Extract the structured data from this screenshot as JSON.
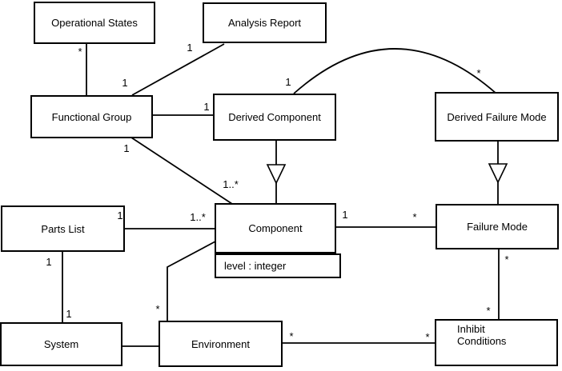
{
  "diagram": {
    "kind": "UML class diagram",
    "background": "#ffffff",
    "line_color": "#000000",
    "text_color": "#000000"
  },
  "classes": {
    "operational_states": {
      "name": "Operational States"
    },
    "analysis_report": {
      "name": "Analysis Report"
    },
    "functional_group": {
      "name": "Functional Group"
    },
    "derived_component": {
      "name": "Derived Component"
    },
    "derived_failure_mode": {
      "name": "Derived Failure Mode"
    },
    "parts_list": {
      "name": "Parts List"
    },
    "component": {
      "name": "Component",
      "attribute": "level : integer"
    },
    "failure_mode": {
      "name": "Failure Mode"
    },
    "system": {
      "name": "System"
    },
    "environment": {
      "name": "Environment"
    },
    "inhibit_conditions": {
      "name_line1": "Inhibit",
      "name_line2": "Conditions"
    }
  },
  "relationships": [
    {
      "type": "association",
      "from": "Operational States",
      "to": "Functional Group",
      "labels": [
        {
          "end": "Operational States",
          "text": "*"
        }
      ]
    },
    {
      "type": "association",
      "from": "Analysis Report",
      "to": "Functional Group",
      "labels": [
        {
          "end": "Analysis Report",
          "text": "1"
        },
        {
          "end": "Functional Group",
          "text": "1"
        }
      ]
    },
    {
      "type": "association",
      "from": "Functional Group",
      "to": "Derived Component",
      "labels": [
        {
          "end": "Derived Component",
          "text": "1"
        }
      ]
    },
    {
      "type": "association",
      "from": "Derived Component",
      "to": "Derived Failure Mode",
      "labels": [
        {
          "end": "Derived Component",
          "text": "1"
        },
        {
          "end": "Derived Failure Mode",
          "text": "*"
        }
      ]
    },
    {
      "type": "association",
      "from": "Functional Group",
      "to": "Component",
      "labels": [
        {
          "end": "Functional Group",
          "text": "1"
        },
        {
          "end": "Component",
          "text": "1..*"
        }
      ]
    },
    {
      "type": "association",
      "from": "Parts List",
      "to": "Component",
      "labels": [
        {
          "end": "Parts List",
          "text": "1"
        },
        {
          "end": "Component",
          "text": "1..*"
        }
      ]
    },
    {
      "type": "association",
      "from": "Component",
      "to": "Failure Mode",
      "labels": [
        {
          "end": "Component",
          "text": "1"
        },
        {
          "end": "Failure Mode",
          "text": "*"
        }
      ]
    },
    {
      "type": "association",
      "from": "Parts List",
      "to": "System",
      "labels": [
        {
          "end": "Parts List",
          "text": "1"
        },
        {
          "end": "System",
          "text": "1"
        }
      ]
    },
    {
      "type": "association",
      "from": "System",
      "to": "Environment",
      "labels": []
    },
    {
      "type": "association",
      "from": "Component",
      "to": "Environment",
      "labels": [
        {
          "end": "Environment",
          "text": "*"
        }
      ]
    },
    {
      "type": "association",
      "from": "Environment",
      "to": "Inhibit Conditions",
      "labels": [
        {
          "end": "Environment",
          "text": "*"
        },
        {
          "end": "Inhibit Conditions",
          "text": "*"
        }
      ]
    },
    {
      "type": "association",
      "from": "Failure Mode",
      "to": "Inhibit Conditions",
      "labels": [
        {
          "end": "Failure Mode",
          "text": "*"
        },
        {
          "end": "Inhibit Conditions",
          "text": "*"
        }
      ]
    },
    {
      "type": "generalization",
      "from": "Derived Component",
      "to": "Component",
      "labels": []
    },
    {
      "type": "generalization",
      "from": "Derived Failure Mode",
      "to": "Failure Mode",
      "labels": []
    }
  ]
}
